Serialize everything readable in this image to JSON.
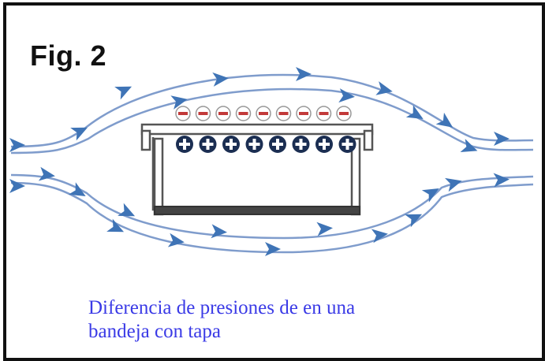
{
  "figure": {
    "title": "Fig. 2",
    "caption_line1": "Diferencia de presiones de en una",
    "caption_line2": "bandeja con tapa"
  },
  "symbols": {
    "negative": "−",
    "positive": "+",
    "negative_count": 9,
    "positive_count": 8
  },
  "colors": {
    "arrow": "#3f74b6",
    "flow_line": "#7f9ccc",
    "negative_fill": "#ffffff",
    "negative_stroke": "#c23a3a",
    "positive_fill": "#1b2e52",
    "tray_stroke": "#555555",
    "caption": "#3a3ae6"
  }
}
